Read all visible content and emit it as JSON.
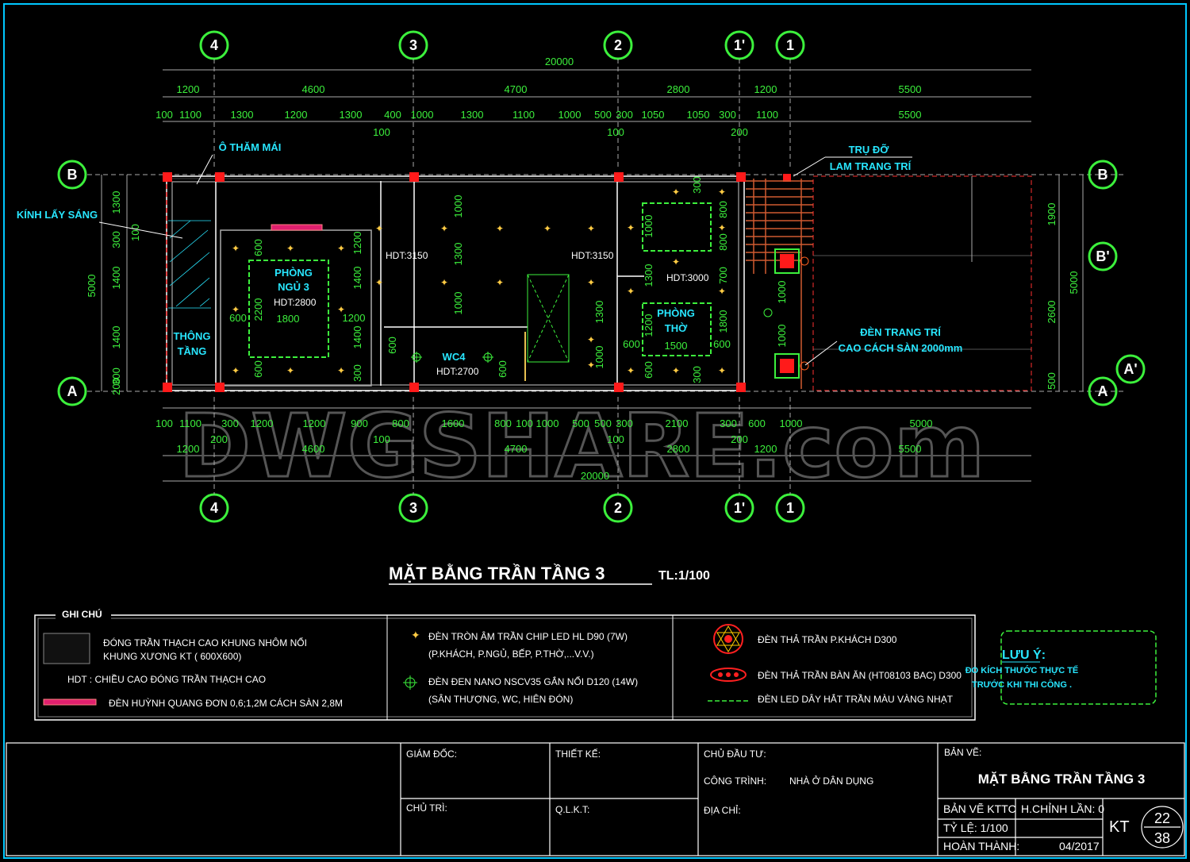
{
  "grid_top": [
    "4",
    "3",
    "2",
    "1'",
    "1"
  ],
  "grid_bottom": [
    "4",
    "3",
    "2",
    "1'",
    "1"
  ],
  "grid_left": [
    "B",
    "A"
  ],
  "grid_right": [
    "B",
    "B'",
    "A'",
    "A"
  ],
  "dims_top_total": "20000",
  "dims_top_row1": [
    "1200",
    "4600",
    "4700",
    "2800",
    "1200",
    "5500"
  ],
  "dims_top_row2": [
    "100",
    "1100",
    "1300",
    "1200",
    "1300",
    "400",
    "1000",
    "1300",
    "1100",
    "1000",
    "500",
    "300",
    "1050",
    "1050",
    "300",
    "1100",
    "5500"
  ],
  "dims_top_row2b": [
    "100",
    "100",
    "200"
  ],
  "dims_bottom_row1": [
    "100",
    "1100",
    "300",
    "1200",
    "1200",
    "900",
    "800",
    "1600",
    "800",
    "100",
    "1000",
    "500",
    "500",
    "300",
    "2100",
    "300",
    "600",
    "1000",
    "5000"
  ],
  "dims_bottom_row1b": [
    "200",
    "100",
    "100",
    "200"
  ],
  "dims_bottom_row2": [
    "1200",
    "4600",
    "4700",
    "2800",
    "1200",
    "5500"
  ],
  "dims_bottom_total": "20000",
  "dims_left_outer": "5000",
  "dims_left_inner": [
    "1300",
    "300",
    "1400",
    "1400",
    "300",
    "200"
  ],
  "dims_left_small": "100",
  "dims_right_inner": [
    "1900",
    "2600",
    "500"
  ],
  "dims_right_outer": "5000",
  "labels": {
    "o_tham_mai": "Ô THĂM MÁI",
    "kinh_lay_sang": "KÍNH LẤY SÁNG",
    "thong_tang_1": "THÔNG",
    "thong_tang_2": "TẦNG",
    "phong_ngu_1": "PHÒNG",
    "phong_ngu_2": "NGỦ 3",
    "phong_ngu_hdt": "HDT:2800",
    "phong_ngu_w": "1800",
    "phong_ngu_h": "2200",
    "hdt_3150_a": "HDT:3150",
    "hdt_3150_b": "HDT:3150",
    "wc4": "WC4",
    "wc4_hdt": "HDT:2700",
    "hdt_3000": "HDT:3000",
    "phong_tho_1": "PHÒNG",
    "phong_tho_2": "THỜ",
    "phong_tho_w": "1500",
    "tru_do_1": "TRỤ ĐỠ",
    "tru_do_2": "LAM TRANG TRÍ",
    "den_tt_1": "ĐÈN TRANG TRÍ",
    "den_tt_2": "CAO CÁCH SÀN 2000mm"
  },
  "room_dims": [
    "600",
    "1200",
    "1400",
    "1400",
    "300",
    "600",
    "600",
    "1200",
    "1000",
    "1300",
    "1000",
    "600",
    "600",
    "1000",
    "1300",
    "800",
    "800",
    "700",
    "1800",
    "1200",
    "600",
    "600",
    "300",
    "1300",
    "1000",
    "1000",
    "1000",
    "600",
    "300"
  ],
  "watermark": "DWGSHARE.com",
  "title": "MẶT BẰNG TRẦN TẦNG 3",
  "scale": "TL:1/100",
  "legend": {
    "heading": "GHI CHÚ",
    "col1": [
      "ĐÓNG TRẦN THẠCH CAO KHUNG NHÔM NỔI",
      "KHUNG XƯƠNG KT ( 600X600)",
      "HDT : CHIỀU CAO ĐÓNG TRẦN THẠCH CAO",
      "ĐÈN HUỲNH QUANG ĐƠN 0,6;1,2M CÁCH SÀN 2,8M"
    ],
    "col2": [
      "ĐÈN TRÒN ÂM TRẦN CHIP LED HL D90 (7W)",
      "(P.KHÁCH, P.NGỦ, BẾP, P.THỜ,...V.V.)",
      "ĐÈN ĐEN NANO NSCV35 GẮN NỔI D120 (14W)",
      "(SÂN THƯỢNG, WC, HIÊN ĐÓN)"
    ],
    "col3": [
      "ĐÈN THẢ TRẦN P.KHÁCH D300",
      "ĐÈN THẢ TRẦN BÀN ĂN (HT08103 BAC) D300",
      "ĐÈN LED DÂY HẮT TRẦN MÀU VÀNG NHẠT"
    ]
  },
  "luu_y": {
    "heading": "LƯU Ý:",
    "line1": "ĐO KÍCH THƯỚC THỰC TẾ",
    "line2": "TRƯỚC KHI THI CÔNG ."
  },
  "title_block": {
    "giam_doc": "GIÁM ĐỐC:",
    "thiet_ke": "THIẾT KẾ:",
    "chu_dau_tu": "CHỦ ĐẦU TƯ:",
    "ban_ve_label": "BẢN VẼ:",
    "ban_ve_name": "MẶT BẰNG TRẦN TẦNG 3",
    "cong_trinh": "CÔNG TRÌNH:",
    "cong_trinh_val": "NHÀ Ở DÂN DỤNG",
    "chu_tri": "CHỦ TRÌ:",
    "qlkt": "Q.L.K.T:",
    "dia_chi": "ĐỊA CHỈ:",
    "ban_ve_kttc": "BẢN VẼ KTTC",
    "h_chinh": "H.CHỈNH LẦN: 0",
    "ty_le": "TỶ LỆ: 1/100",
    "hoan_thanh": "HOÀN THÀNH:",
    "date": "04/2017",
    "kt": "KT",
    "sheet_num": "22",
    "sheet_total": "38"
  }
}
